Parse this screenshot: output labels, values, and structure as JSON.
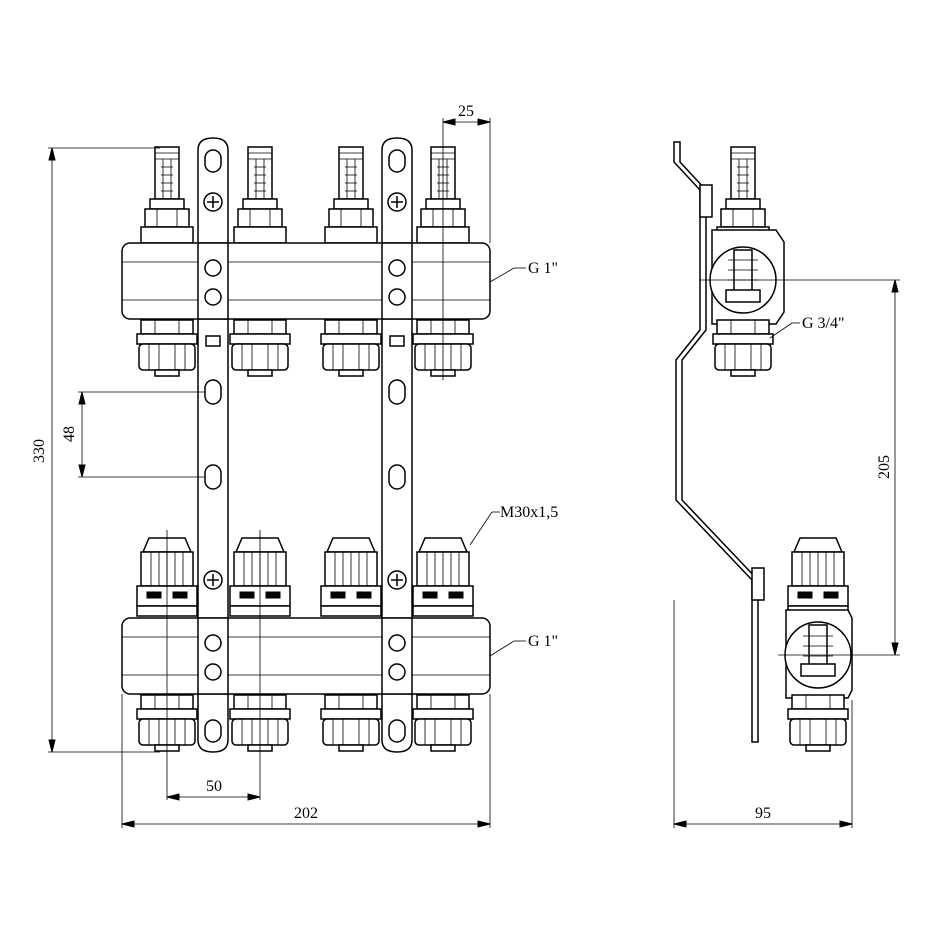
{
  "front_view": {
    "labels": {
      "supply_thread": "G 1\"",
      "return_thread": "G 1\"",
      "actuator_thread": "M30x1,5"
    },
    "dimensions": {
      "height": "330",
      "outlet_spacing": "25",
      "bracket_hole_spacing": "48",
      "outlet_pitch": "50",
      "overall_width": "202"
    },
    "outlet_count": 4
  },
  "side_view": {
    "labels": {
      "outlet_thread": "G 3/4\""
    },
    "dimensions": {
      "axis_distance": "205",
      "depth": "95"
    }
  }
}
